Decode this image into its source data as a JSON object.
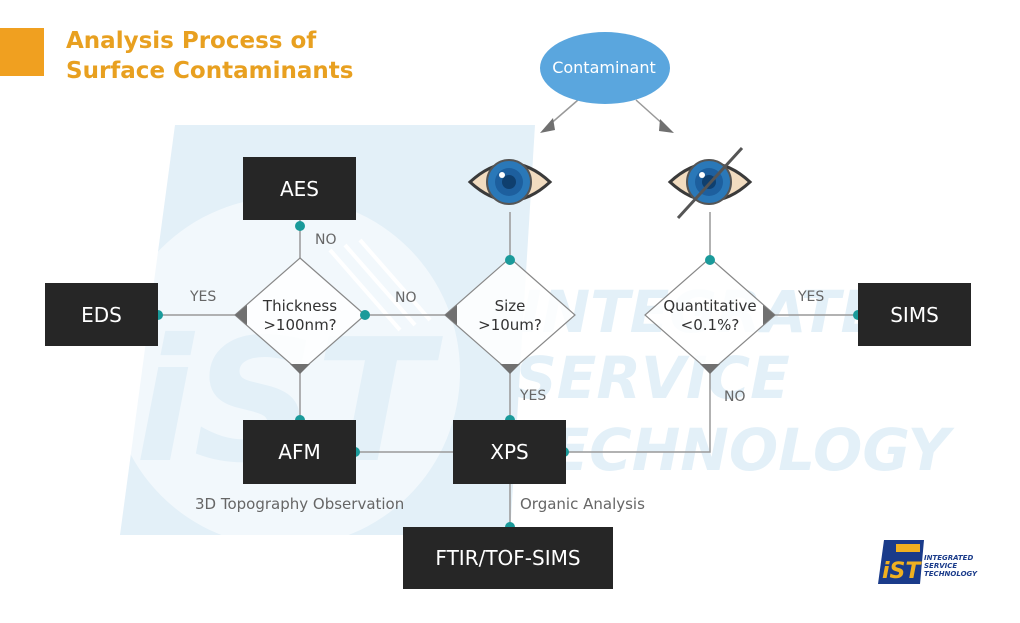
{
  "title": {
    "line1": "Analysis Process of",
    "line2": "Surface Contaminants"
  },
  "start": "Contaminant",
  "decisions": {
    "thickness": {
      "line1": "Thickness",
      "line2": ">100nm?"
    },
    "size": {
      "line1": "Size",
      "line2": ">10um?"
    },
    "quantitative": {
      "line1": "Quantitative",
      "line2": "<0.1%?"
    }
  },
  "methods": {
    "aes": "AES",
    "eds": "EDS",
    "afm": "AFM",
    "xps": "XPS",
    "sims": "SIMS",
    "ftir": "FTIR/TOF-SIMS"
  },
  "edge_labels": {
    "thickness_no": "NO",
    "thickness_yes": "YES",
    "size_no": "NO",
    "size_yes": "YES",
    "quant_yes": "YES",
    "quant_no": "NO"
  },
  "notes": {
    "afm": "3D Topography Observation",
    "xps": "Organic Analysis"
  },
  "watermark": {
    "line1": "INTEGRATED",
    "line2": "SERVICE",
    "line3": "TECHNOLOGY"
  },
  "logo": {
    "mark": "iST",
    "line1": "INTEGRATED",
    "line2": "SERVICE",
    "line3": "TECHNOLOGY"
  },
  "icons": {
    "visible": "eye-icon",
    "not_visible": "eye-slash-icon"
  },
  "colors": {
    "title": "#e8a020",
    "box": "#262626",
    "node_dot": "#1a9a9a",
    "ellipse": "#5aa6de",
    "eye_iris": "#2a78b8",
    "eye_skin": "#f2dcc0",
    "watermark": "#e3f0f8"
  }
}
